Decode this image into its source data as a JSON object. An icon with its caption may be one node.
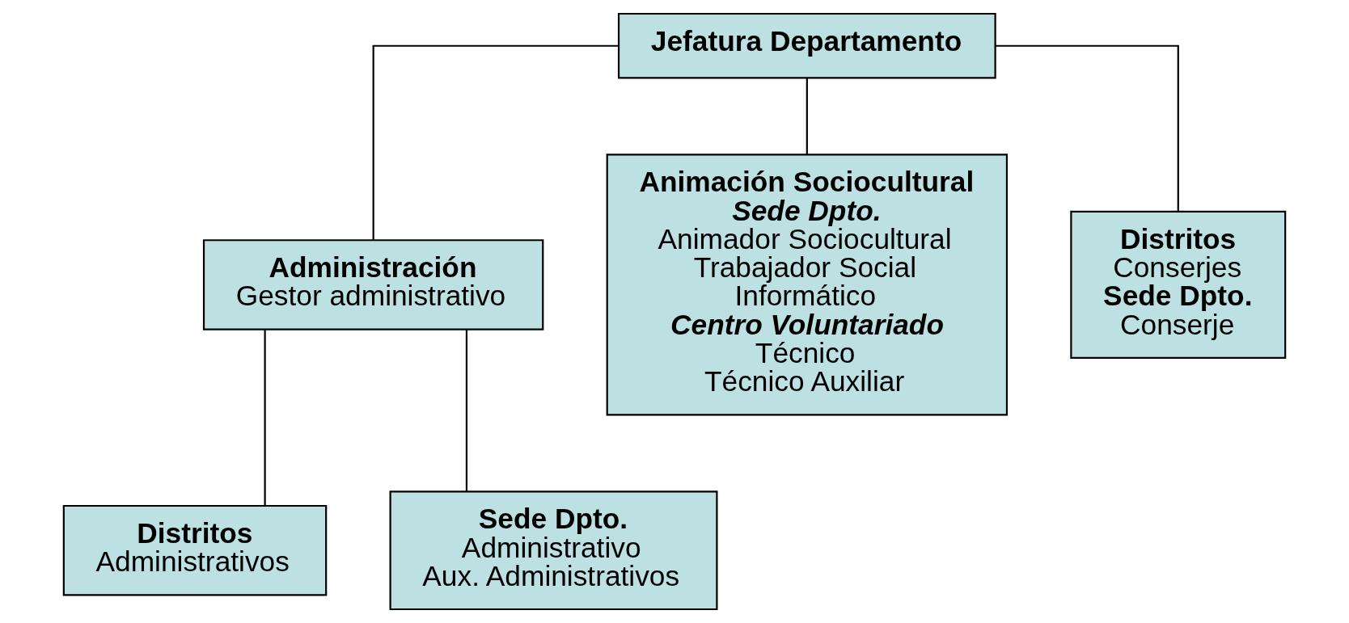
{
  "diagram": {
    "nodes": [
      {
        "text": [
          "Jefatura Departamento"
        ]
      },
      {
        "text": [
          "Administración",
          "Gestor administrativo"
        ]
      },
      {
        "text": [
          "Animación Sociocultural",
          "Sede Dpto.",
          "Animador Sociocultural",
          "Trabajador Social",
          "Informático",
          "Centro Voluntariado",
          "Técnico",
          "Técnico Auxiliar"
        ]
      },
      {
        "text": [
          "Distritos",
          "Administrativos"
        ]
      },
      {
        "text": [
          "Sede Dpto.",
          "Administrativo",
          "Aux. Administrativos"
        ]
      },
      {
        "text": [
          "Distritos",
          "Conserjes",
          "Sede Dpto.",
          "Conserje"
        ]
      }
    ],
    "edges": [
      {
        "from": 0,
        "to": 1,
        "arrow": "none"
      },
      {
        "from": 0,
        "to": 2,
        "arrow": "none"
      },
      {
        "from": 0,
        "to": 5,
        "arrow": "none"
      },
      {
        "from": 1,
        "to": 3,
        "arrow": "none"
      },
      {
        "from": 1,
        "to": 4,
        "arrow": "none"
      }
    ]
  }
}
